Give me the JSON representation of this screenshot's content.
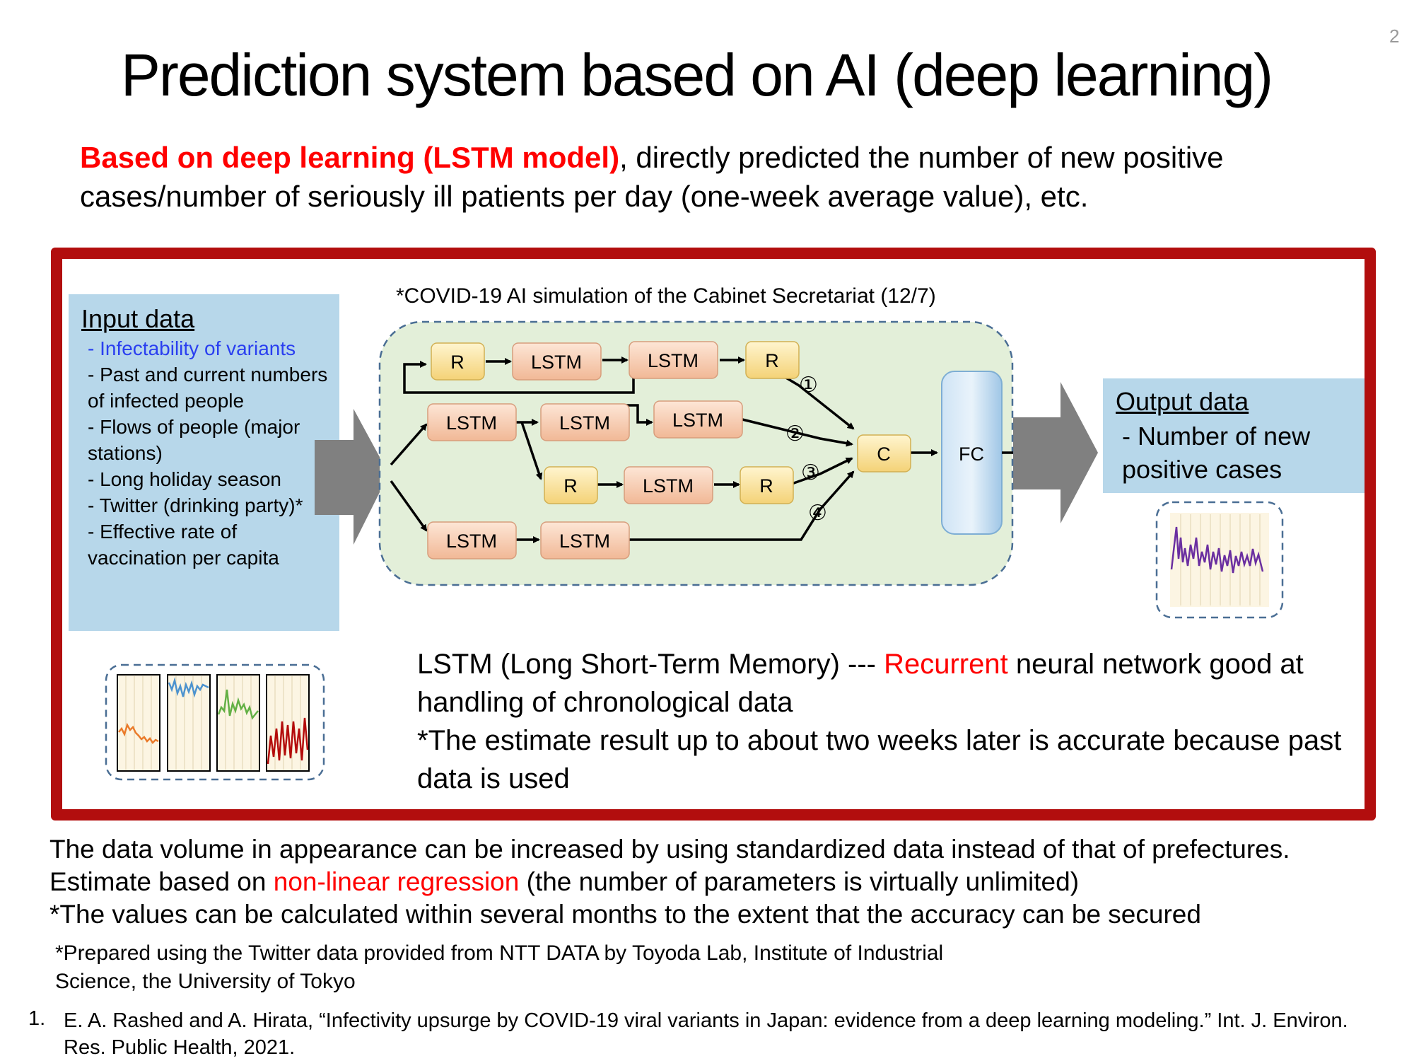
{
  "slide": {
    "page_number": "2",
    "title": "Prediction system based on AI (deep learning)",
    "subtitle_highlight": "Based on deep learning (LSTM model)",
    "subtitle_rest": ", directly predicted the number of new positive cases/number of seriously ill patients per day (one-week average value), etc."
  },
  "input_box": {
    "title": "Input data",
    "highlight_item": "- Infectability of variants",
    "items": "- Past and current numbers of infected people\n- Flows of people (major stations)\n- Long holiday season\n- Twitter (drinking party)*\n- Effective rate of vaccination per capita"
  },
  "diagram": {
    "caption": "*COVID-19 AI simulation of the Cabinet Secretariat (12/7)",
    "nodes": {
      "r1": "R",
      "lstm1": "LSTM",
      "lstm2": "LSTM",
      "r2": "R",
      "lstm3": "LSTM",
      "lstm4": "LSTM",
      "lstm5": "LSTM",
      "r3": "R",
      "lstm6": "LSTM",
      "r4": "R",
      "lstm7": "LSTM",
      "lstm8": "LSTM",
      "c": "C",
      "fc": "FC"
    },
    "branch_markers": [
      "①",
      "②",
      "③",
      "④"
    ]
  },
  "output_box": {
    "title": "Output data",
    "text": "- Number of new positive cases"
  },
  "explanation": {
    "line1_a": "LSTM (Long Short-Term Memory) --- ",
    "line1_highlight": "Recurrent",
    "line1_b": " neural network good at handling of chronological data",
    "line2": "*The estimate result up to about two weeks later is accurate because past data is used"
  },
  "bottom": {
    "line1": "The data volume in appearance can be increased by using standardized data instead of that of prefectures.",
    "line2_a": "Estimate based on ",
    "line2_highlight": "non-linear regression",
    "line2_b": " (the number of parameters is virtually unlimited)",
    "line3": "*The values can be calculated within several months to the extent that the accuracy can be secured"
  },
  "footnote": "*Prepared using the Twitter data provided from NTT DATA by Toyoda Lab, Institute of Industrial Science, the University of Tokyo",
  "reference": {
    "number": "1.",
    "text": "E. A. Rashed and A. Hirata, “Infectivity upsurge by COVID-19 viral variants in Japan: evidence from a deep learning modeling.” Int. J. Environ. Res. Public Health, 2021."
  },
  "colors": {
    "frame": "#b20e0e",
    "highlight_red": "#ff0000",
    "highlight_blue": "#2a3ff0",
    "box_blue": "#b7d7ea",
    "diagram_bg": "#e3efd9",
    "node_orange": "#f7cfb5",
    "node_yellow": "#fbe7a5",
    "fc_blue": "#b3d4ee"
  }
}
